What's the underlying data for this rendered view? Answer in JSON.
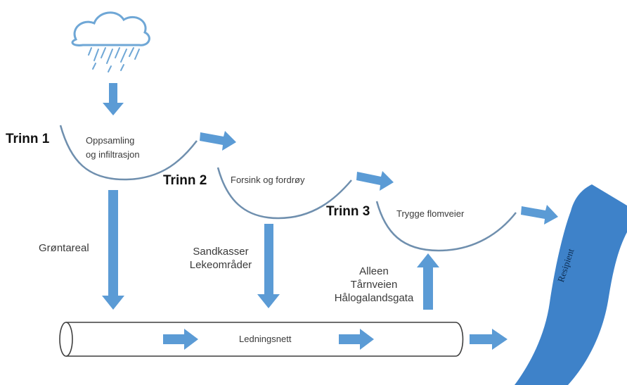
{
  "steps": [
    {
      "label": "Trinn 1",
      "basin_text": [
        "Oppsamling",
        "og infiltrasjon"
      ]
    },
    {
      "label": "Trinn 2",
      "basin_text": [
        "Forsink og fordrøy"
      ]
    },
    {
      "label": "Trinn 3",
      "basin_text": [
        "Trygge flomveier"
      ]
    }
  ],
  "side_labels": {
    "step1": [
      "Grøntareal"
    ],
    "step2": [
      "Sandkasser",
      "Lekeområder"
    ],
    "step3": [
      "Alleen",
      "Tårnveien",
      "Hålogalandsgata"
    ]
  },
  "pipe_label": "Ledningsnett",
  "recipient_label": "Resipient",
  "colors": {
    "arrow": "#5b9bd5",
    "river": "#3e82c9",
    "curve": "#6f8fae",
    "cloud": "#6fa7d6"
  },
  "icons": [
    "rain-cloud-icon"
  ]
}
